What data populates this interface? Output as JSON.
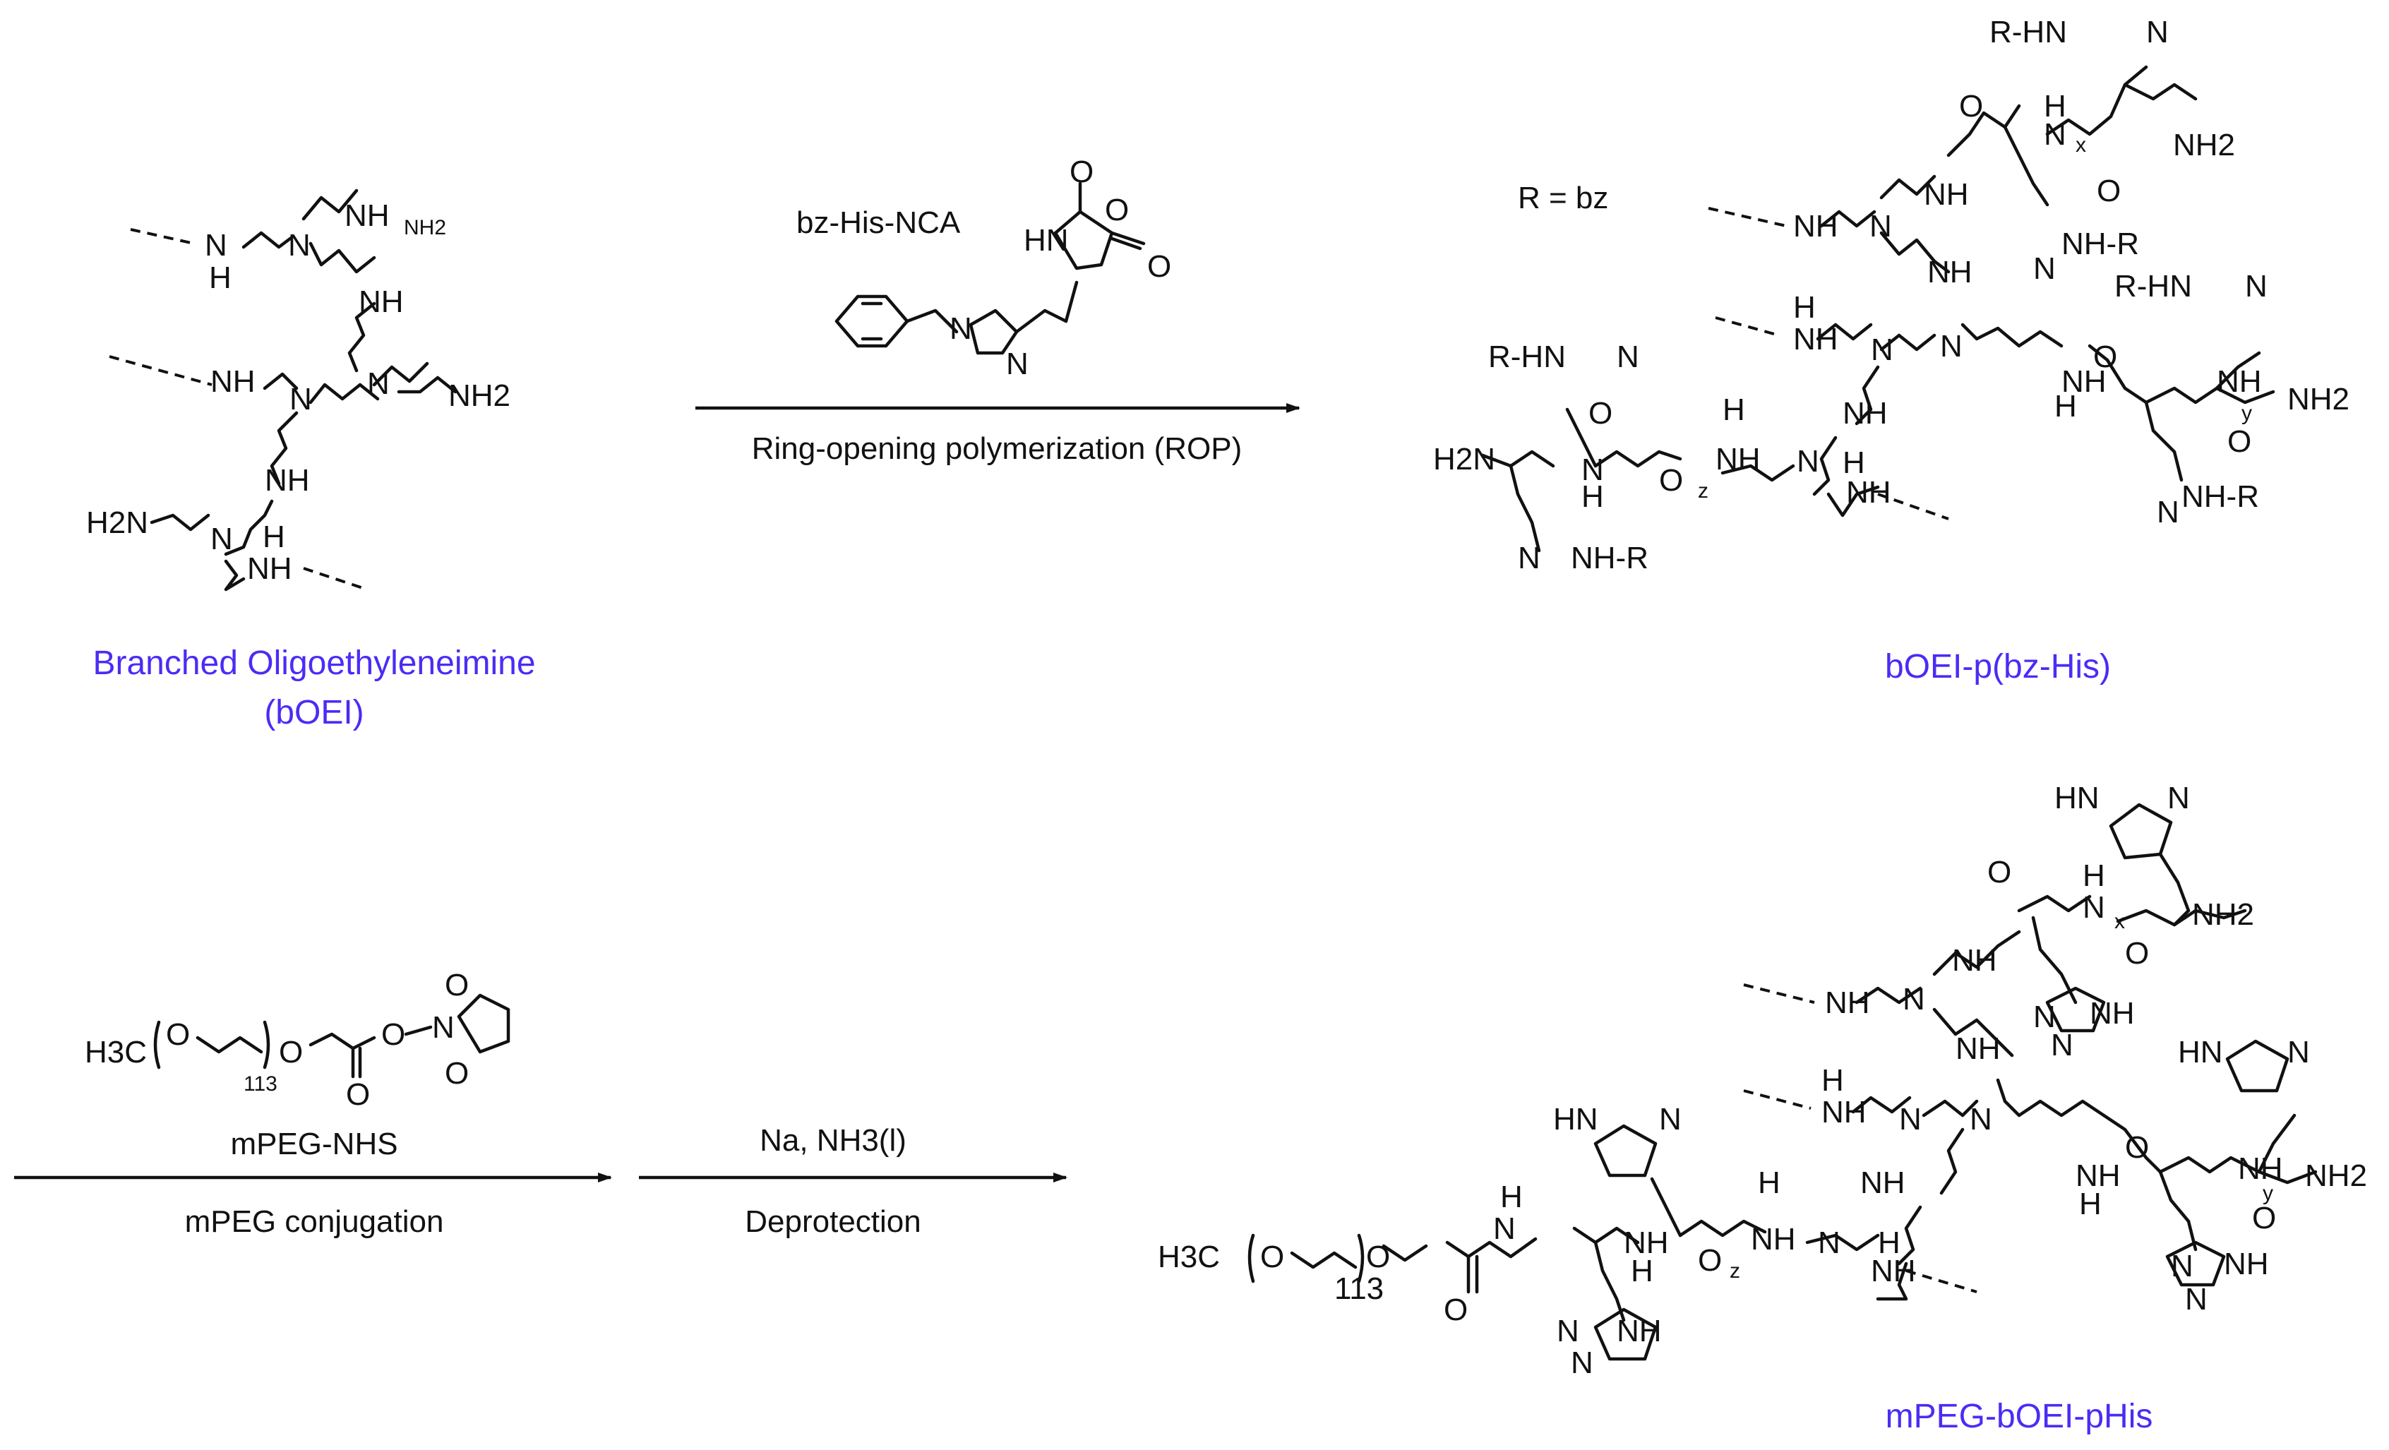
{
  "colors": {
    "caption": "#4a2cf5",
    "ink": "#111111",
    "background": "#ffffff"
  },
  "molecules": {
    "boei": {
      "name": "Branched Oligoethyleneimine",
      "abbr": "(bOEI)",
      "atoms": {
        "n": "N",
        "nh": "NH",
        "nh2": "NH2",
        "h2n": "H2N",
        "h": "H"
      }
    },
    "boei_pbzhis": {
      "name": "bOEI-p(bz-His)",
      "r_def": "R = bz",
      "atoms": {
        "rhn": "R-HN",
        "nhr": "NH-R",
        "n": "N",
        "nh": "NH",
        "nh2": "NH2",
        "h2n": "H2N",
        "o": "O",
        "h": "H",
        "x": "x",
        "y": "y",
        "z": "z"
      }
    },
    "mpeg_boei_phis": {
      "name": "mPEG-bOEI-pHis",
      "atoms": {
        "hn": "HN",
        "n": "N",
        "nh": "NH",
        "nh2": "NH2",
        "o": "O",
        "h": "H",
        "h3c": "H3C",
        "x": "x",
        "y": "y",
        "z": "z",
        "peg_n": "113"
      }
    }
  },
  "reagents": {
    "bz_his_nca": {
      "label": "bz-His-NCA",
      "atoms": {
        "o": "O",
        "hn": "HN",
        "n": "N"
      }
    },
    "mpeg_nhs": {
      "label": "mPEG-NHS",
      "atoms": {
        "h3c": "H3C",
        "o": "O",
        "n": "N",
        "repeat": "113"
      }
    }
  },
  "steps": {
    "rop": {
      "above": "",
      "below": "Ring-opening polymerization (ROP)"
    },
    "peg": {
      "above": "",
      "below": "mPEG conjugation"
    },
    "deprotection": {
      "above": "Na, NH3(l)",
      "below": "Deprotection"
    }
  }
}
